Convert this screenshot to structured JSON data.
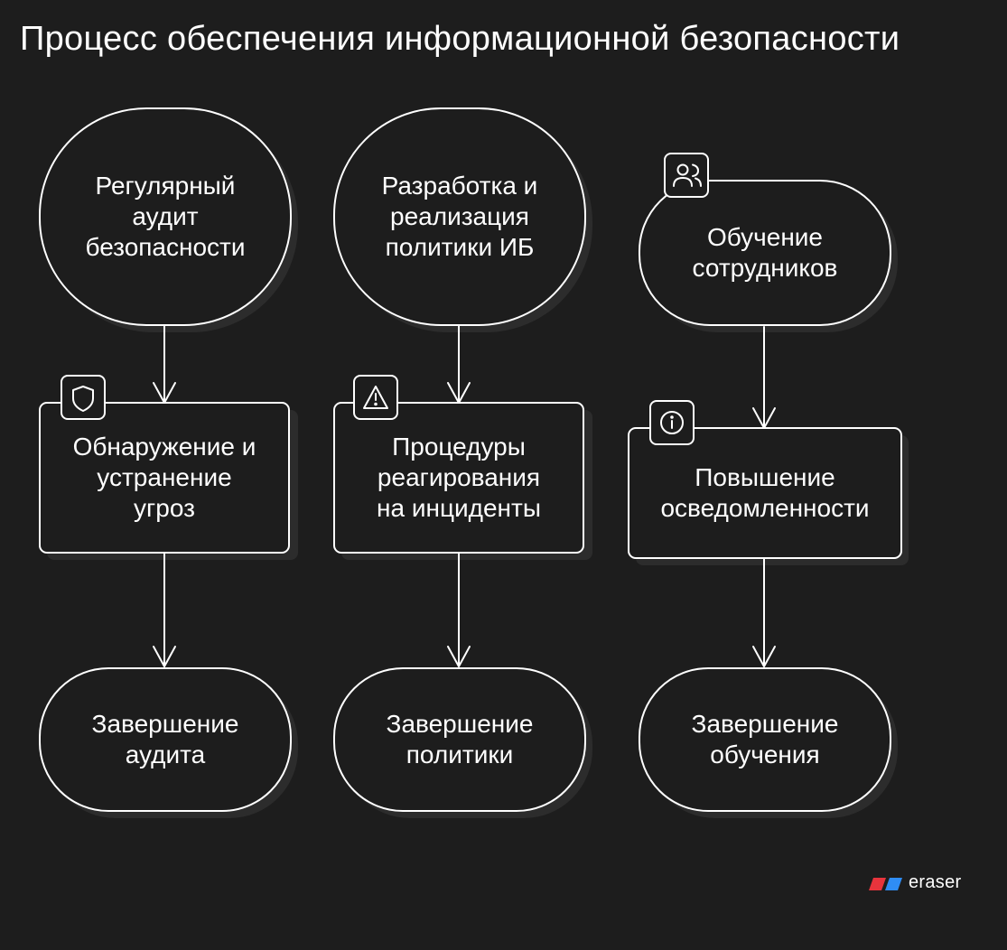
{
  "title": "Процесс обеспечения информационной безопасности",
  "columns": [
    {
      "start": {
        "lines": [
          "Регулярный",
          "аудит",
          "безопасности"
        ]
      },
      "middle": {
        "lines": [
          "Обнаружение и",
          "устранение",
          "угроз"
        ],
        "icon": "shield-icon"
      },
      "end": {
        "lines": [
          "Завершение",
          "аудита"
        ]
      }
    },
    {
      "start": {
        "lines": [
          "Разработка и",
          "реализация",
          "политики ИБ"
        ]
      },
      "middle": {
        "lines": [
          "Процедуры",
          "реагирования",
          "на инциденты"
        ],
        "icon": "warning-triangle-icon"
      },
      "end": {
        "lines": [
          "Завершение",
          "политики"
        ]
      }
    },
    {
      "start": {
        "lines": [
          "Обучение",
          "сотрудников"
        ],
        "icon": "users-icon"
      },
      "middle": {
        "lines": [
          "Повышение",
          "осведомленности"
        ],
        "icon": "info-icon"
      },
      "end": {
        "lines": [
          "Завершение",
          "обучения"
        ]
      }
    }
  ],
  "branding": {
    "name": "eraser",
    "colors": {
      "red": "#e8343c",
      "blue": "#2f8df5"
    }
  }
}
